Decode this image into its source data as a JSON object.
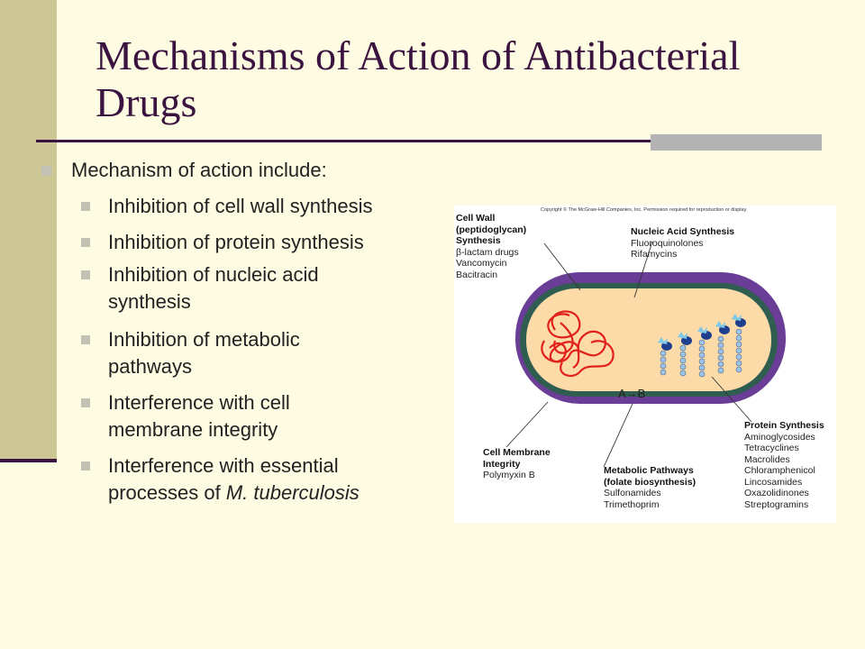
{
  "slide": {
    "title": "Mechanisms of Action of Antibacterial Drugs",
    "bullets": {
      "main": "Mechanism of action include:",
      "items": [
        "Inhibition of cell wall synthesis",
        "Inhibition of protein synthesis",
        "Inhibition of nucleic acid synthesis",
        "Inhibition of metabolic pathways",
        "Interference with cell membrane integrity"
      ],
      "last_prefix": "Interference with essential processes of ",
      "last_italic": "M. tuberculosis"
    }
  },
  "figure": {
    "copyright": "Copyright © The McGraw-Hill Companies, Inc. Permission required for reproduction or display.",
    "cell_wall": {
      "heading": [
        "Cell Wall",
        "(peptidoglycan)",
        "Synthesis"
      ],
      "drugs": [
        "β-lactam drugs",
        "Vancomycin",
        "Bacitracin"
      ]
    },
    "nucleic_acid": {
      "heading": [
        "Nucleic Acid Synthesis"
      ],
      "drugs": [
        "Fluoroquinolones",
        "Rifamycins"
      ]
    },
    "membrane": {
      "heading": [
        "Cell Membrane",
        "Integrity"
      ],
      "drugs": [
        "Polymyxin B"
      ]
    },
    "metabolic": {
      "heading": [
        "Metabolic Pathways",
        "(folate biosynthesis)"
      ],
      "drugs": [
        "Sulfonamides",
        "Trimethoprim"
      ]
    },
    "protein": {
      "heading": [
        "Protein Synthesis"
      ],
      "drugs": [
        "Aminoglycosides",
        "Tetracyclines",
        "Macrolides",
        "Chloramphenicol",
        "Lincosamides",
        "Oxazolidinones",
        "Streptogramins"
      ]
    },
    "pathway_label": "A→B",
    "colors": {
      "outer_wall": "#6a3d96",
      "inner_membrane": "#2f5d4f",
      "cytoplasm": "#fcdba8",
      "dna": "#e0201a",
      "ribosome": "#1d3f8e"
    }
  }
}
